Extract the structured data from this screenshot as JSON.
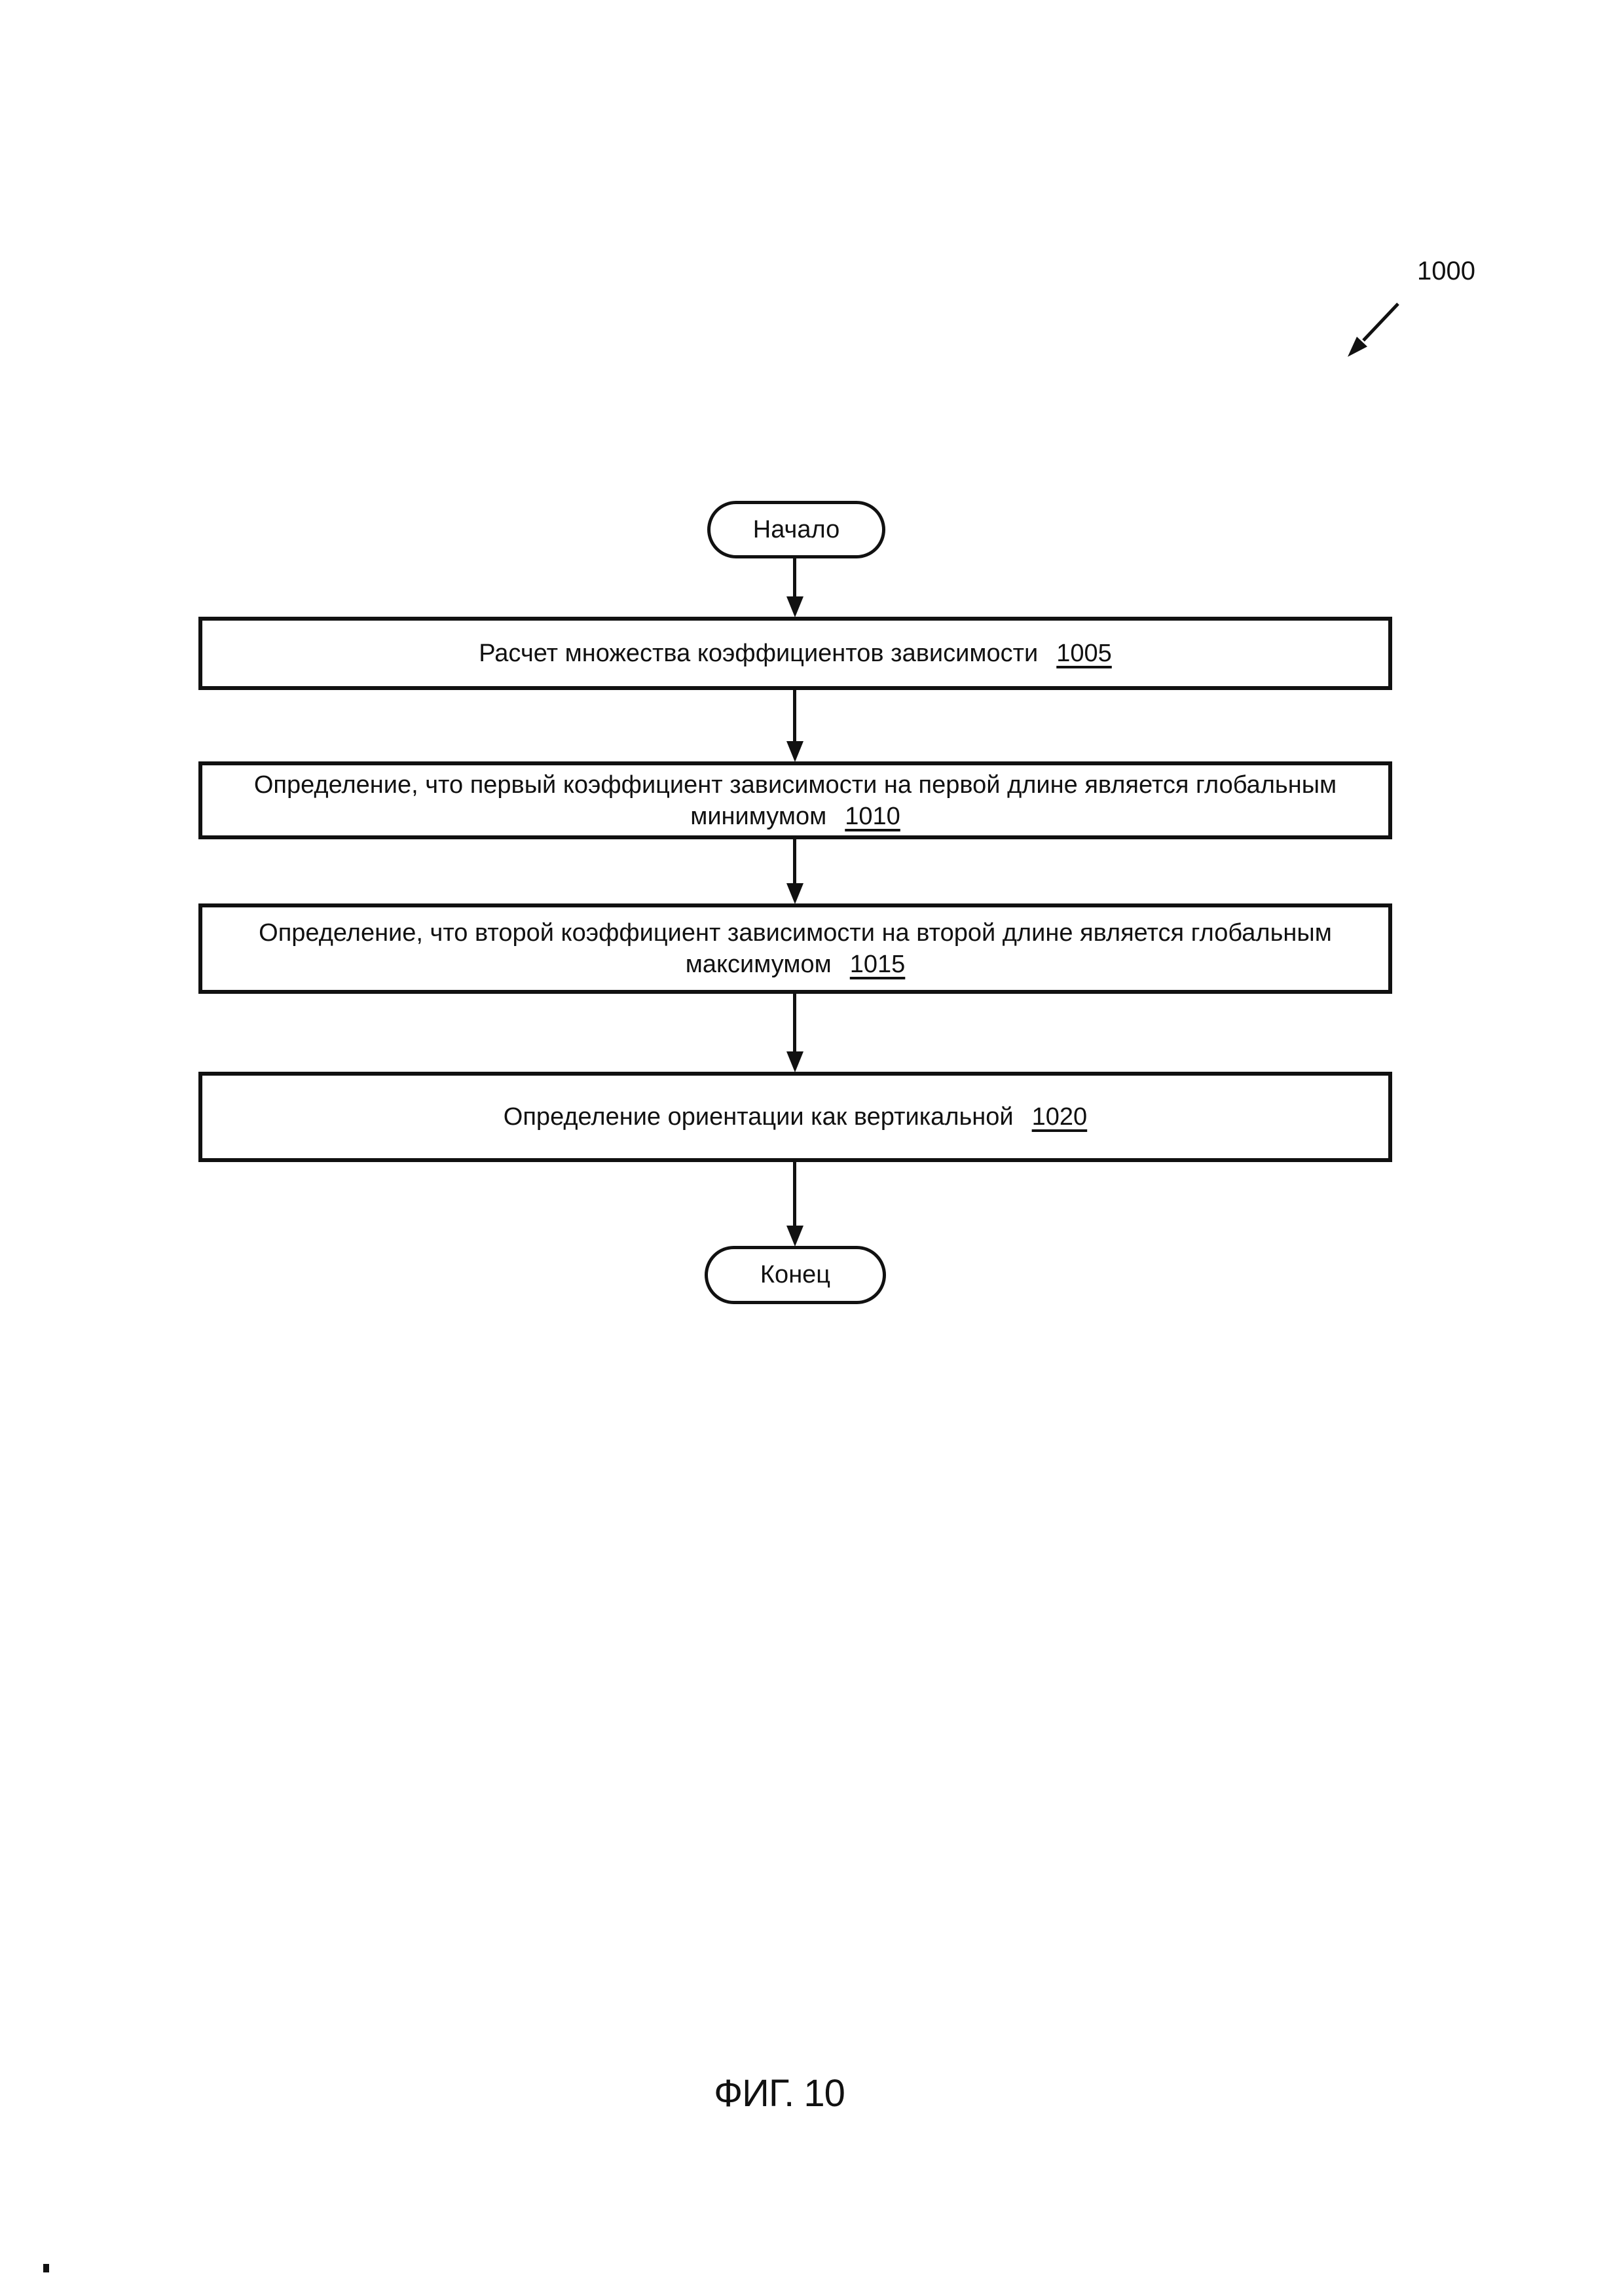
{
  "figure": {
    "reference_label": "1000",
    "caption": "ФИГ. 10",
    "colors": {
      "ink": "#111111",
      "paper": "#ffffff"
    },
    "flowchart": {
      "start_label": "Начало",
      "end_label": "Конец",
      "steps": [
        {
          "lines": [
            "Расчет множества коэффициентов зависимости"
          ],
          "ref": "1005"
        },
        {
          "lines": [
            "Определение, что первый коэффициент зависимости на первой длине является глобальным",
            "минимумом"
          ],
          "ref": "1010"
        },
        {
          "lines": [
            "Определение, что второй коэффициент зависимости на второй длине является глобальным",
            "максимумом"
          ],
          "ref": "1015"
        },
        {
          "lines": [
            "Определение ориентации как вертикальной"
          ],
          "ref": "1020"
        }
      ]
    }
  }
}
